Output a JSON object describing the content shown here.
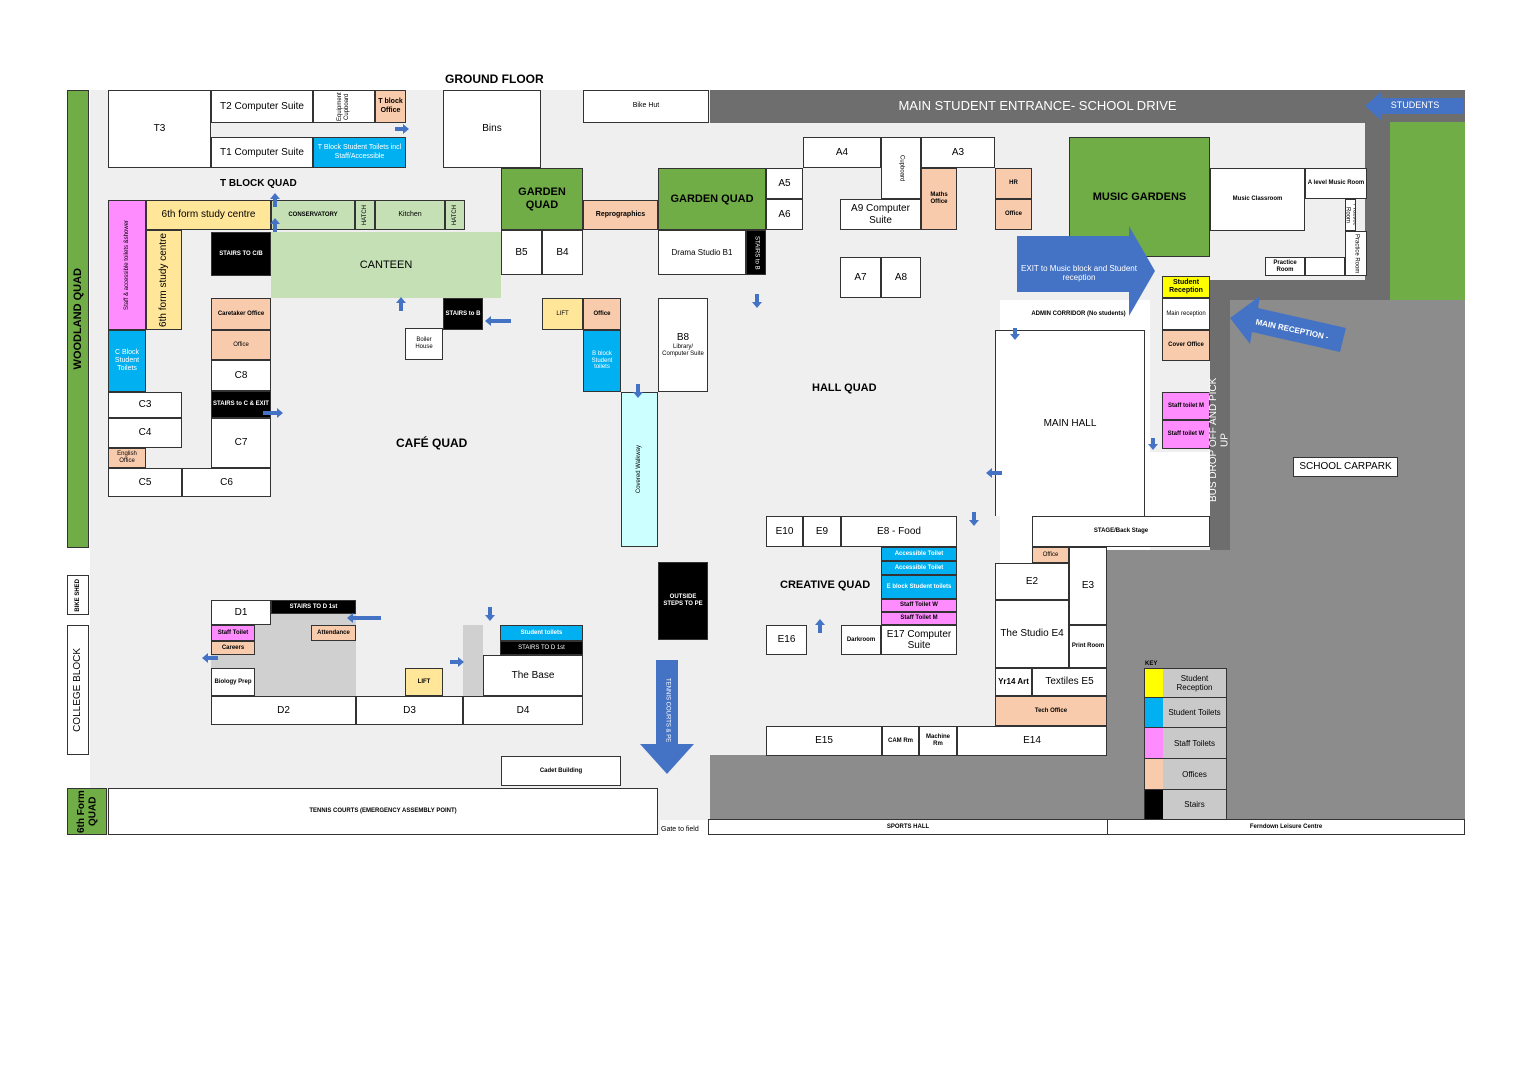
{
  "title": "GROUND FLOOR",
  "labels": {
    "main_student_entrance": "MAIN STUDENT ENTRANCE- SCHOOL DRIVE",
    "students_arrow": "STUDENTS",
    "woodland_quad": "WOODLAND QUAD",
    "t_block_quad": "T BLOCK QUAD",
    "garden_quad_1": "GARDEN QUAD",
    "garden_quad_2": "GARDEN QUAD",
    "music_gardens": "MUSIC GARDENS",
    "canteen": "CANTEEN",
    "cafe_quad": "CAFÉ QUAD",
    "hall_quad": "HALL QUAD",
    "creative_quad": "CREATIVE QUAD",
    "exit_music": "EXIT to Music block and Student reception",
    "main_reception_arrow": "MAIN RECEPTION -",
    "bus_drop": "BUS DROP OFF AND PICK UP",
    "school_carpark": "SCHOOL CARPARK",
    "college_block": "COLLEGE BLOCK",
    "bike_shed": "BIKE SHED",
    "sixth_form_quad": "6th Form QUAD",
    "tennis_courts": "TENNIS COURTS (EMERGENCY ASSEMBLY POINT)",
    "gate_to_field": "Gate to field",
    "sports_hall": "SPORTS HALL",
    "ferndown_leisure": "Ferndown Leisure Centre",
    "tennis_pe": "TENNIS COURTS & PE",
    "covered_walkway": "Covered Walkway",
    "admin_corridor": "ADMIN CORRIDOR (No students)",
    "outside_steps": "OUTSIDE STEPS TO PE"
  },
  "rooms": {
    "t3": "T3",
    "t2": "T2 Computer Suite",
    "t1": "T1 Computer Suite",
    "equipment_cupboard": "Equipment Cupboard",
    "t_block_office": "T block Office",
    "t_block_toilets": "T Block Student Toilets incl Staff/Accessible",
    "bins": "Bins",
    "bike_hut": "Bike Hut",
    "sixth_form_study_top": "6th form study centre",
    "sixth_form_study_side": "6th form study centre",
    "staff_accessible": "Staff & accessible toilets &shower",
    "conservatory": "CONSERVATORY",
    "hatch1": "HATCH",
    "kitchen": "Kitchen",
    "hatch2": "HATCH",
    "stairs_cb": "STAIRS TO C/B",
    "caretaker_office": "Caretaker Office",
    "office_c": "Office",
    "c8": "C8",
    "stairs_c_exit": "STAIRS to C & EXIT",
    "c7": "C7",
    "c_block_toilets": "C Block Student Toilets",
    "c3": "C3",
    "c4": "C4",
    "english_office": "English Office",
    "c5": "C5",
    "c6": "C6",
    "boiler_house": "Boiler House",
    "stairs_b": "STAIRS to B",
    "b5": "B5",
    "b4": "B4",
    "reprographics": "Reprographics",
    "lift_b": "LIFT",
    "office_b": "Office",
    "b_block_toilets": "B block Student toilets",
    "drama": "Drama Studio B1",
    "stairs_to_b": "STAIRS to B",
    "b8": "B8",
    "library": "Library/ Computer Suite",
    "a5": "A5",
    "a6": "A6",
    "a4": "A4",
    "a3": "A3",
    "cupboard": "Cupboard",
    "a9": "A9 Computer Suite",
    "maths_office": "Maths Office",
    "hr": "HR",
    "office_a": "Office",
    "a7": "A7",
    "a8": "A8",
    "music_classroom": "Music Classroom",
    "a_level_music": "A level Music Room",
    "practice_room_v1": "Practice Room",
    "practice_room_v2": "Practice Room",
    "practice_room": "Practice Room",
    "student_reception": "Student Reception",
    "main_reception": "Main reception",
    "cover_office": "Cover Office",
    "staff_toilet_m": "Staff toilet M",
    "staff_toilet_w": "Staff toilet W",
    "main_hall": "MAIN HALL",
    "stage": "STAGE/Back Stage",
    "e10": "E10",
    "e9": "E9",
    "e8": "E8 - Food",
    "accessible_toilet_1": "Accessible Toilet",
    "accessible_toilet_2": "Accessible Toilet",
    "e_block_toilets": "E block Student toilets",
    "staff_toilet_w2": "Staff Toilet W",
    "staff_toilet_m2": "Staff Toilet M",
    "darkroom": "Darkroom",
    "e17": "E17 Computer Suite",
    "e16": "E16",
    "office_e": "Office",
    "e2": "E2",
    "e3": "E3",
    "studio_e4": "The Studio E4",
    "print_room": "Print Room",
    "yr14_art": "Yr14 Art",
    "textiles": "Textiles E5",
    "tech_office": "Tech Office",
    "e15": "E15",
    "cam_rm": "CAM Rm",
    "machine_rm": "Machine Rm",
    "e14": "E14",
    "d1": "D1",
    "stairs_d": "STAIRS TO D 1st",
    "staff_toilet_d": "Staff Toilet",
    "careers": "Careers",
    "attendance": "Attendance",
    "biology_prep": "Biology Prep",
    "lift_d": "LIFT",
    "student_toilets_d": "Student toilets",
    "stairs_d2": "STAIRS TO D 1st",
    "the_base": "The Base",
    "d2": "D2",
    "d3": "D3",
    "d4": "D4",
    "cadet_building": "Cadet Building"
  },
  "key": {
    "title": "KEY",
    "items": [
      {
        "label": "Student Reception",
        "color": "#ffff00"
      },
      {
        "label": "Student Toilets",
        "color": "#00b0f0"
      },
      {
        "label": "Staff Toilets",
        "color": "#ff8cff"
      },
      {
        "label": "Offices",
        "color": "#f8cbad"
      },
      {
        "label": "Stairs",
        "color": "#000000"
      }
    ]
  },
  "colors": {
    "green": "#70ad47",
    "light_green": "#c5e0b4",
    "office": "#f8cbad",
    "student_toilet": "#00b0f0",
    "staff_toilet": "#ff8cff",
    "study": "#ffe699",
    "reception": "#ffff00",
    "stairs": "#000000",
    "arrow": "#4472c4",
    "road": "#6e6e6e",
    "carpark": "#8c8c8c",
    "corridor": "#efefef"
  }
}
